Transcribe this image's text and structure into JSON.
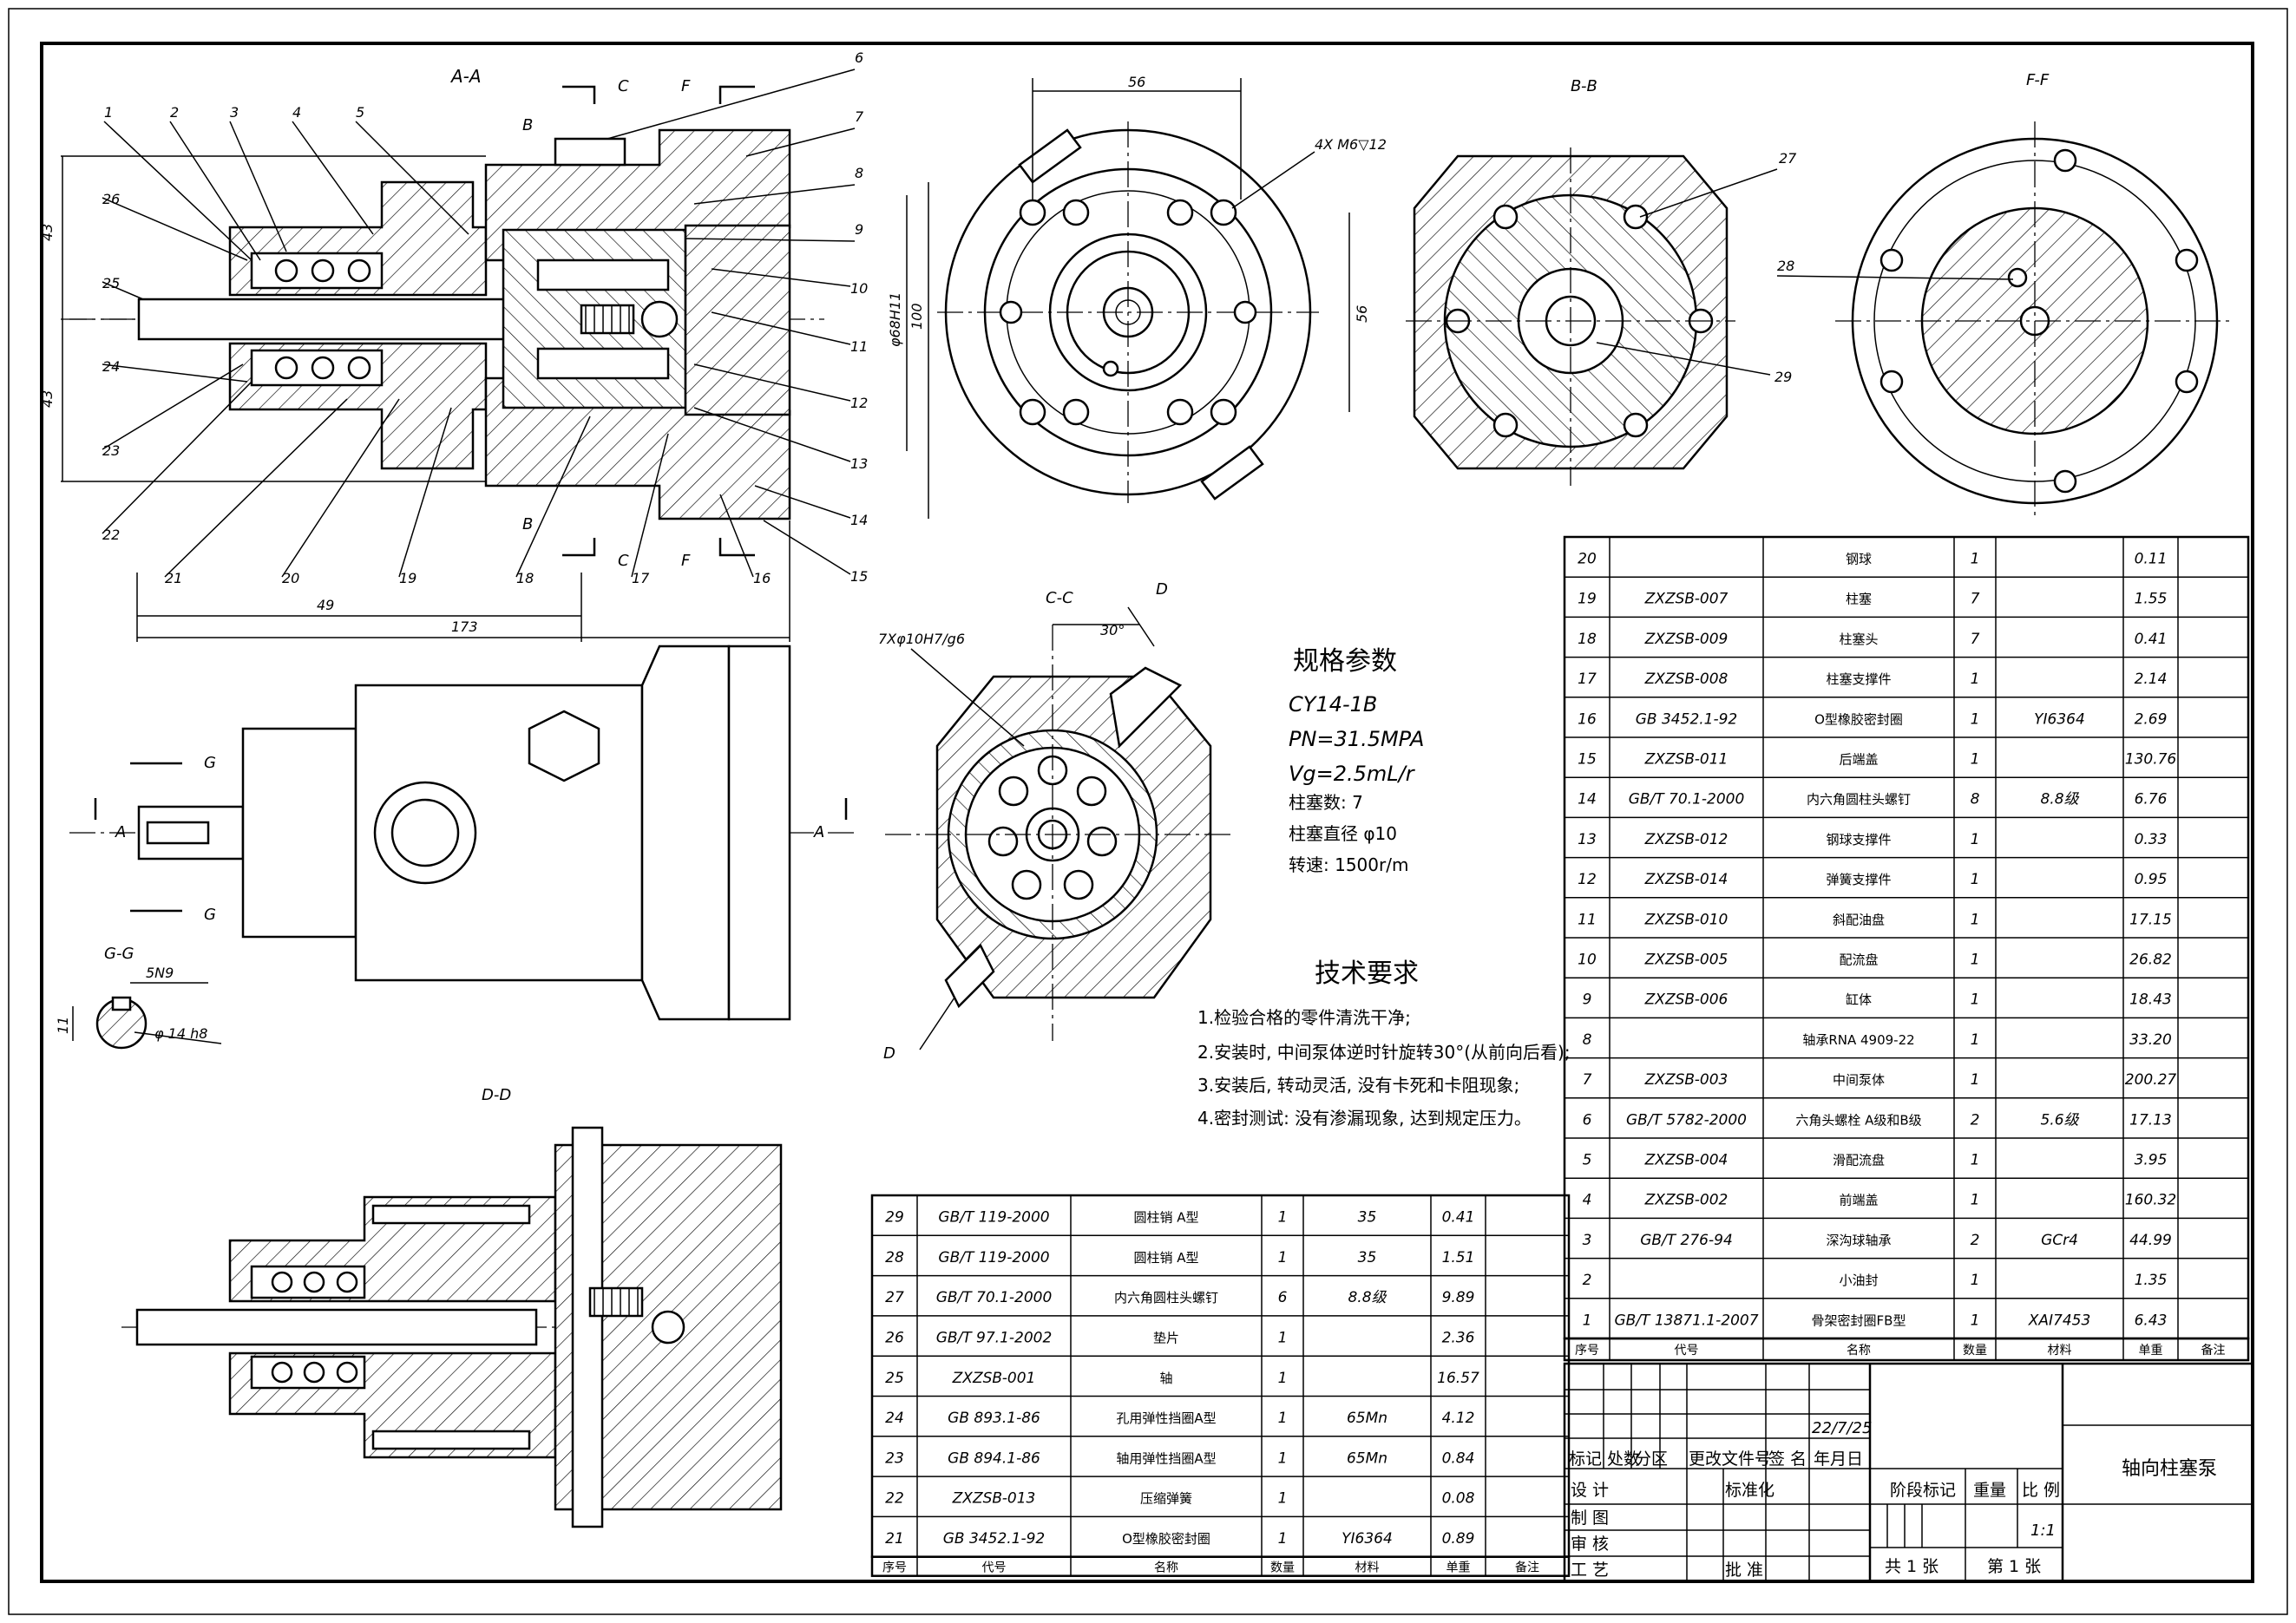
{
  "views": {
    "aa": "A-A",
    "bb": "B-B",
    "ff": "F-F",
    "cc": "C-C",
    "dd": "D-D",
    "gg": "G-G",
    "markers": {
      "a": "A",
      "b": "B",
      "c": "C",
      "d": "D",
      "f": "F",
      "g": "G"
    }
  },
  "dims": {
    "d43a": "43",
    "d43b": "43",
    "d49": "49",
    "d173": "173",
    "d100": "100",
    "d68": "φ68H11",
    "d56h": "56",
    "d56v": "56",
    "bolt": "4X M6▽12",
    "angle": "30°",
    "holes": "7Xφ10H7/g6",
    "key": "5N9",
    "d11": "11",
    "shaft": "φ 14  h8"
  },
  "balloons": [
    "1",
    "2",
    "3",
    "4",
    "5",
    "6",
    "7",
    "8",
    "9",
    "10",
    "11",
    "12",
    "13",
    "14",
    "15",
    "16",
    "17",
    "18",
    "19",
    "20",
    "21",
    "22",
    "23",
    "24",
    "25",
    "26",
    "27",
    "28",
    "29"
  ],
  "specs": {
    "title": "规格参数",
    "lines": [
      "CY14-1B",
      "PN=31.5MPA",
      "Vg=2.5mL/r",
      "柱塞数: 7",
      "柱塞直径 φ10",
      "转速: 1500r/m"
    ]
  },
  "tech": {
    "title": "技术要求",
    "lines": [
      "1.检验合格的零件清洗干净;",
      "2.安装时, 中间泵体逆时针旋转30°(从前向后看);",
      "3.安装后, 转动灵活, 没有卡死和卡阻现象;",
      "4.密封测试: 没有渗漏现象, 达到规定压力。"
    ]
  },
  "bom_header": {
    "no": "序号",
    "code": "代号",
    "name": "名称",
    "qty": "数量",
    "mat": "材料",
    "weight": "单重",
    "note": "备注"
  },
  "bom_right": [
    [
      "20",
      "",
      "钢球",
      "1",
      "",
      "0.11"
    ],
    [
      "19",
      "ZXZSB-007",
      "柱塞",
      "7",
      "",
      "1.55"
    ],
    [
      "18",
      "ZXZSB-009",
      "柱塞头",
      "7",
      "",
      "0.41"
    ],
    [
      "17",
      "ZXZSB-008",
      "柱塞支撑件",
      "1",
      "",
      "2.14"
    ],
    [
      "16",
      "GB 3452.1-92",
      "O型橡胶密封圈",
      "1",
      "YI6364",
      "2.69"
    ],
    [
      "15",
      "ZXZSB-011",
      "后端盖",
      "1",
      "",
      "130.76"
    ],
    [
      "14",
      "GB/T 70.1-2000",
      "内六角圆柱头螺钉",
      "8",
      "8.8级",
      "6.76"
    ],
    [
      "13",
      "ZXZSB-012",
      "钢球支撑件",
      "1",
      "",
      "0.33"
    ],
    [
      "12",
      "ZXZSB-014",
      "弹簧支撑件",
      "1",
      "",
      "0.95"
    ],
    [
      "11",
      "ZXZSB-010",
      "斜配油盘",
      "1",
      "",
      "17.15"
    ],
    [
      "10",
      "ZXZSB-005",
      "配流盘",
      "1",
      "",
      "26.82"
    ],
    [
      "9",
      "ZXZSB-006",
      "缸体",
      "1",
      "",
      "18.43"
    ],
    [
      "8",
      "",
      "轴承RNA 4909-22",
      "1",
      "",
      "33.20"
    ],
    [
      "7",
      "ZXZSB-003",
      "中间泵体",
      "1",
      "",
      "200.27"
    ],
    [
      "6",
      "GB/T 5782-2000",
      "六角头螺栓 A级和B级",
      "2",
      "5.6级",
      "17.13"
    ],
    [
      "5",
      "ZXZSB-004",
      "滑配流盘",
      "1",
      "",
      "3.95"
    ],
    [
      "4",
      "ZXZSB-002",
      "前端盖",
      "1",
      "",
      "160.32"
    ],
    [
      "3",
      "GB/T 276-94",
      "深沟球轴承",
      "2",
      "GCr4",
      "44.99"
    ],
    [
      "2",
      "",
      "小油封",
      "1",
      "",
      "1.35"
    ],
    [
      "1",
      "GB/T 13871.1-2007",
      "骨架密封圈FB型",
      "1",
      "XAI7453",
      "6.43"
    ]
  ],
  "bom_left": [
    [
      "29",
      "GB/T 119-2000",
      "圆柱销 A型",
      "1",
      "35",
      "0.41"
    ],
    [
      "28",
      "GB/T 119-2000",
      "圆柱销 A型",
      "1",
      "35",
      "1.51"
    ],
    [
      "27",
      "GB/T 70.1-2000",
      "内六角圆柱头螺钉",
      "6",
      "8.8级",
      "9.89"
    ],
    [
      "26",
      "GB/T 97.1-2002",
      "垫片",
      "1",
      "",
      "2.36"
    ],
    [
      "25",
      "ZXZSB-001",
      "轴",
      "1",
      "",
      "16.57"
    ],
    [
      "24",
      "GB 893.1-86",
      "孔用弹性挡圈A型",
      "1",
      "65Mn",
      "4.12"
    ],
    [
      "23",
      "GB 894.1-86",
      "轴用弹性挡圈A型",
      "1",
      "65Mn",
      "0.84"
    ],
    [
      "22",
      "ZXZSB-013",
      "压缩弹簧",
      "1",
      "",
      "0.08"
    ],
    [
      "21",
      "GB 3452.1-92",
      "O型橡胶密封圈",
      "1",
      "YI6364",
      "0.89"
    ]
  ],
  "title_block": {
    "date": "22/7/25",
    "marks": [
      "标记",
      "处数",
      "分区",
      "更改文件号",
      "签 名",
      "年月日"
    ],
    "design": "设 计",
    "std": "标准化",
    "draw": "制 图",
    "check": "审 核",
    "process": "工 艺",
    "approve": "批 准",
    "stage": "阶段标记",
    "weight": "重量",
    "scale_label": "比 例",
    "scale": "1:1",
    "total": "共 1 张",
    "sheet": "第 1 张",
    "name": "轴向柱塞泵"
  }
}
